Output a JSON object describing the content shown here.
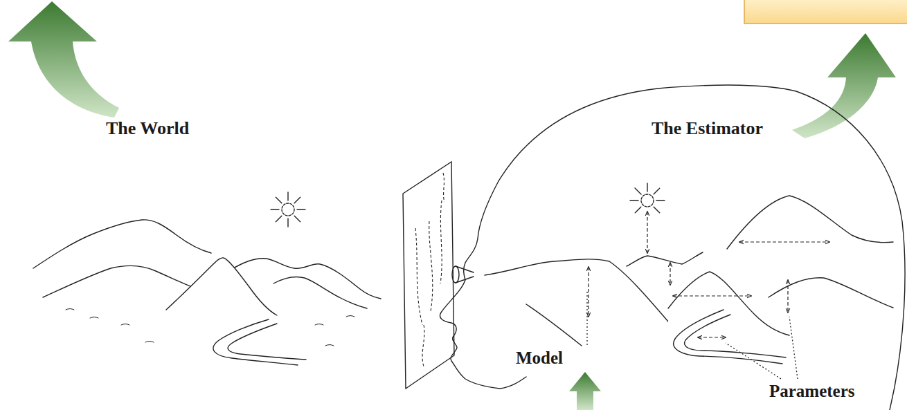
{
  "diagram": {
    "labels": [
      "The World",
      "The Estimator",
      "Model",
      "Parameters"
    ]
  }
}
